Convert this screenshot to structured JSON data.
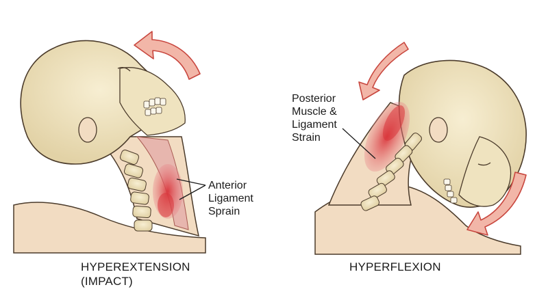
{
  "annotations": {
    "anterior": [
      "Anterior",
      "Ligament",
      "Sprain"
    ],
    "posterior": [
      "Posterior",
      "Muscle &",
      "Ligament",
      "Strain"
    ]
  },
  "captions": {
    "left": [
      "HYPEREXTENSION",
      "(IMPACT)"
    ],
    "right": [
      "HYPERFLEXION"
    ]
  },
  "colors": {
    "bone": "#efe3bf",
    "skin": "#f2dcc2",
    "strain_red": "#d9343a",
    "arrow_fill": "#f2b6a8",
    "arrow_stroke": "#c8463e",
    "outline": "#4a3a2a"
  },
  "icons": {
    "motion_arrow": "curved-arrow-icon"
  }
}
